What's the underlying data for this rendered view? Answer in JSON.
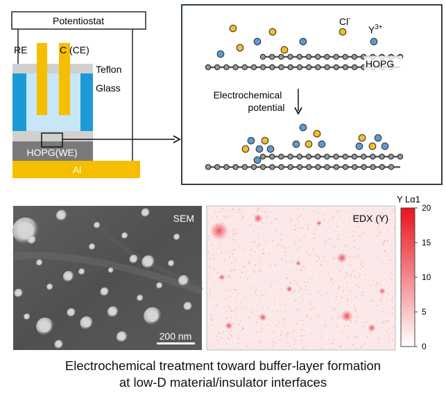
{
  "cell": {
    "potentiostat": "Potentiostat",
    "re_label": "RE",
    "ce_label": "C (CE)",
    "teflon": "Teflon",
    "glass": "Glass",
    "hopg_we": "HOPG(WE)",
    "al": "Al"
  },
  "mechanism": {
    "chloride": "Cl",
    "chloride_charge": "-",
    "yttrium": "Y",
    "yttrium_charge": "3+",
    "hopg": "HOPG",
    "step_line1": "Electrochemical",
    "step_line2": "potential"
  },
  "micrographs": {
    "sem_label": "SEM",
    "scale_bar": "200 nm",
    "edx_label": "EDX (Y)",
    "colorbar_title": "Y Lα1",
    "colorbar_ticks": [
      "0",
      "5",
      "10",
      "15",
      "20"
    ],
    "colorbar_min": 0,
    "colorbar_max": 20
  },
  "caption": {
    "line1": "Electrochemical treatment toward buffer-layer formation",
    "line2": "at low-D material/insulator interfaces"
  },
  "colors": {
    "electrode_gold": "#f5be00",
    "glass_blue": "#1b9ad6",
    "electrolyte_blue": "#c7e6f7",
    "teflon_gray": "#d0d0d0",
    "hopg_gray": "#7a7a7a",
    "ion_yellow": "#f5be22",
    "ion_blue": "#5b9bd5",
    "edx_red": "#e8141c"
  }
}
